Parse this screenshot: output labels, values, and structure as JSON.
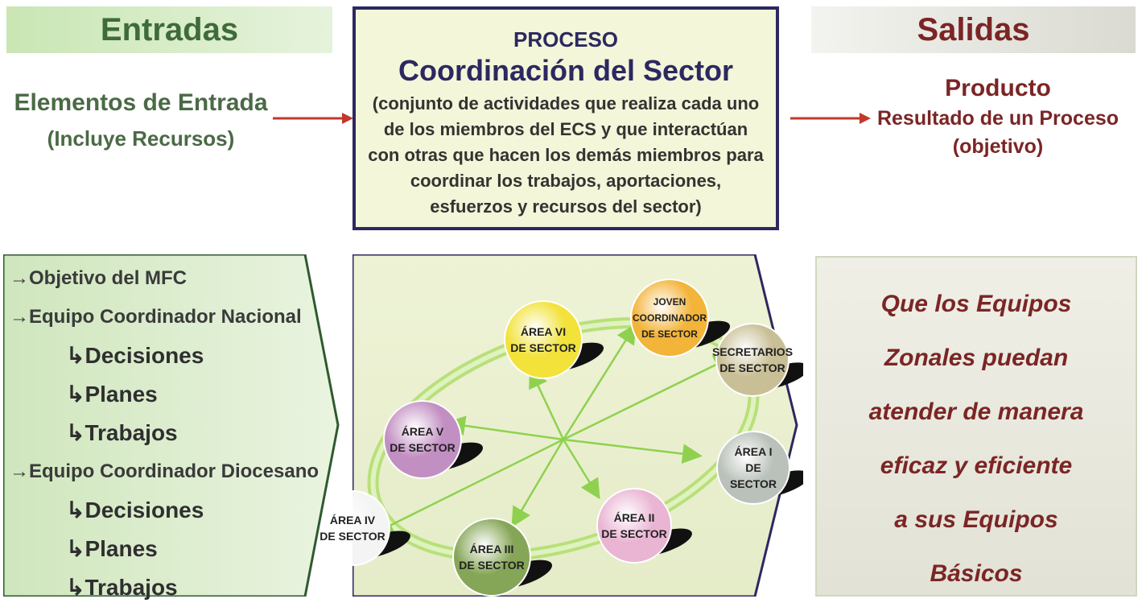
{
  "headers": {
    "inputs": "Entradas",
    "outputs": "Salidas"
  },
  "inputs_title": {
    "main": "Elementos de Entrada",
    "sub": "(Incluye Recursos)"
  },
  "process": {
    "label": "PROCESO",
    "title": "Coordinación del Sector",
    "description": "(conjunto de actividades que realiza cada uno de los miembros del ECS y que interactúan con otras que hacen los demás miembros para coordinar los trabajos, aportaciones, esfuerzos y recursos del sector)"
  },
  "outputs_title": {
    "main": "Producto",
    "line2": "Resultado de un Proceso",
    "line3": "(objetivo)"
  },
  "inputs_list": [
    {
      "text": "Objetivo del MFC",
      "level": 0
    },
    {
      "text": "Equipo Coordinador Nacional",
      "level": 0
    },
    {
      "text": "Decisiones",
      "level": 1
    },
    {
      "text": "Planes",
      "level": 1
    },
    {
      "text": "Trabajos",
      "level": 1
    },
    {
      "text": "Equipo Coordinador Diocesano",
      "level": 0
    },
    {
      "text": "Decisiones",
      "level": 1
    },
    {
      "text": "Planes",
      "level": 1
    },
    {
      "text": "Trabajos",
      "level": 1
    }
  ],
  "nodes": [
    {
      "id": "joven",
      "lines": [
        "JOVEN",
        "COORDINADOR",
        "DE SECTOR"
      ],
      "color": "#f3b43a"
    },
    {
      "id": "area6",
      "lines": [
        "ÁREA VI",
        "DE SECTOR"
      ],
      "color": "#f2e23a"
    },
    {
      "id": "secretarios",
      "lines": [
        "SECRETARIOS",
        "DE SECTOR"
      ],
      "color": "#c9bf96"
    },
    {
      "id": "area5",
      "lines": [
        "ÁREA V",
        "DE SECTOR"
      ],
      "color": "#c28fc2"
    },
    {
      "id": "area1",
      "lines": [
        "ÁREA I",
        "DE SECTOR"
      ],
      "color": "#b9c1ba"
    },
    {
      "id": "area2",
      "lines": [
        "ÁREA II",
        "DE SECTOR"
      ],
      "color": "#eab4d3"
    },
    {
      "id": "area3",
      "lines": [
        "ÁREA III",
        "DE SECTOR"
      ],
      "color": "#86a657"
    },
    {
      "id": "area4",
      "lines": [
        "ÁREA IV",
        "DE SECTOR"
      ],
      "color": "#f4f4f4"
    }
  ],
  "outputs_text": [
    "Que los Equipos",
    "Zonales puedan",
    "atender de manera",
    "eficaz y eficiente",
    "a sus Equipos",
    "Básicos"
  ],
  "colors": {
    "input_green": "#4a6a45",
    "process_navy": "#2c2860",
    "output_maroon": "#7b2525",
    "arrow_red": "#c0392b",
    "ring_green": "#8fd14f"
  }
}
